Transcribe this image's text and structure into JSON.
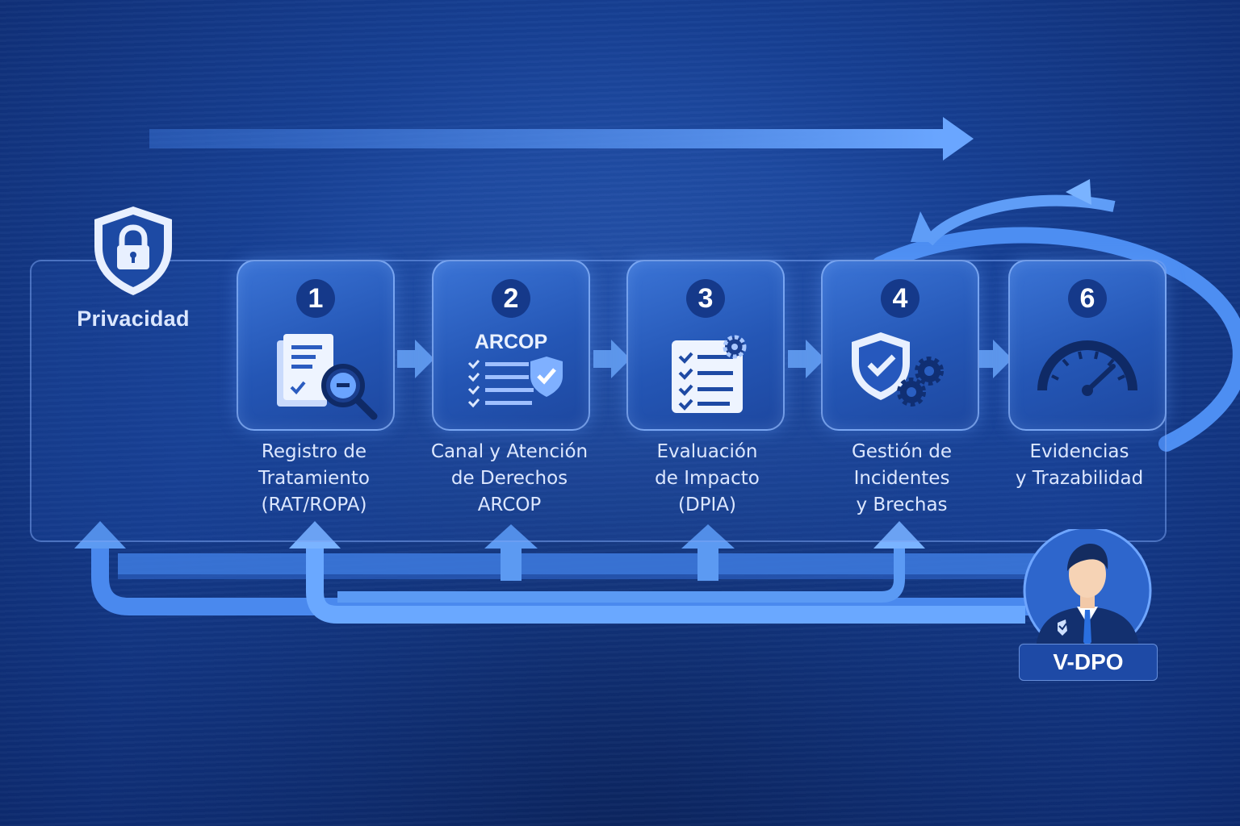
{
  "privacy": {
    "label": "Privacidad",
    "icon": "shield-lock-icon"
  },
  "steps": [
    {
      "number": "1",
      "label": "Registro de\nTratamiento\n(RAT/ROPA)",
      "icon": "document-search-icon"
    },
    {
      "number": "2",
      "tag": "ARCOP",
      "label": "Canal y Atención\nde Derechos\nARCOP",
      "icon": "checklist-shield-icon"
    },
    {
      "number": "3",
      "label": "Evaluación\nde Impacto\n(DPIA)",
      "icon": "checklist-gear-icon"
    },
    {
      "number": "4",
      "label": "Gestión de\nIncidentes\ny Brechas",
      "icon": "shield-gears-icon"
    },
    {
      "number": "6",
      "label": "Evidencias\ny Trazabilidad",
      "icon": "gauge-icon"
    }
  ],
  "dpo": {
    "label": "V-DPO",
    "icon": "person-avatar-icon"
  },
  "colors": {
    "accent": "#4a8ef0",
    "card": "#2a5fc2",
    "background": "#163f93",
    "text": "#dce7ff"
  }
}
